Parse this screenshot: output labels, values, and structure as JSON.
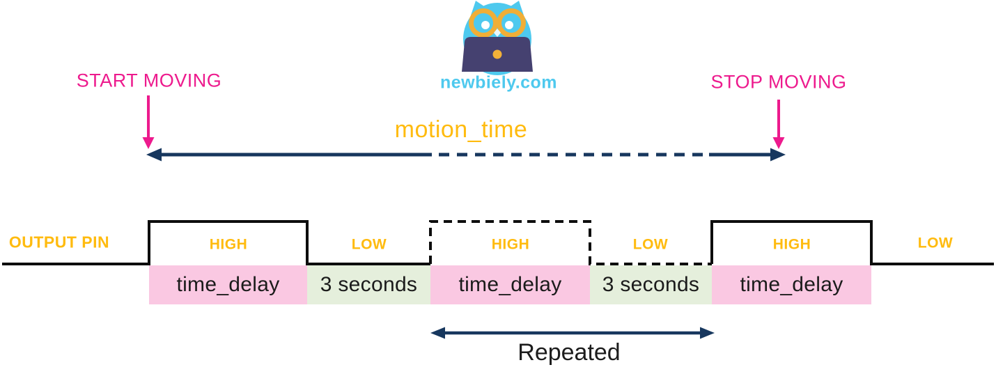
{
  "logo": {
    "icon": "owl-with-laptop-icon",
    "site_name": "newbiely.com"
  },
  "colors": {
    "magenta": "#ED1A8D",
    "gold": "#FFBB0F",
    "navy_arrow": "#17375E",
    "waveform_black": "#0D0D0D",
    "pink_band": "#FAC8E2",
    "green_band": "#E5EFDC",
    "logo_blue": "#4EC9EE",
    "laptop_purple": "#454170",
    "glasses_gold": "#F0AE37",
    "band_text": "#1B1B1B"
  },
  "timeline": {
    "start_label": "START MOVING",
    "stop_label": "STOP MOVING",
    "duration_label": "motion_time"
  },
  "waveform": {
    "axis_label": "OUTPUT PIN",
    "segments": [
      {
        "state": "HIGH",
        "duration": "time_delay",
        "line_style": "solid",
        "band_color": "pink"
      },
      {
        "state": "LOW",
        "duration": "3 seconds",
        "line_style": "solid",
        "band_color": "green"
      },
      {
        "state": "HIGH",
        "duration": "time_delay",
        "line_style": "dashed",
        "band_color": "pink"
      },
      {
        "state": "LOW",
        "duration": "3 seconds",
        "line_style": "dashed",
        "band_color": "green"
      },
      {
        "state": "HIGH",
        "duration": "time_delay",
        "line_style": "solid",
        "band_color": "pink"
      },
      {
        "state": "LOW",
        "duration": "",
        "line_style": "solid",
        "band_color": null
      }
    ],
    "repeat_label": "Repeated"
  }
}
